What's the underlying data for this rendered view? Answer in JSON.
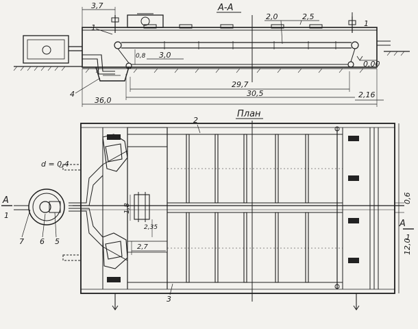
{
  "section": {
    "title": "А-А",
    "dims": {
      "top_left": "3,7",
      "mid_a": "2,0",
      "mid_b": "2,5",
      "h08": "0,8",
      "len30": "3,0",
      "level": "0,00",
      "len297": "29,7",
      "len305": "30,5",
      "len360": "36,0",
      "len216": "2,16"
    },
    "marks": {
      "m1_left": "1",
      "m1_right": "1",
      "m4": "4"
    }
  },
  "plan": {
    "title": "План",
    "dims": {
      "d": "d = 0,4",
      "w18": "1,8",
      "w235": "2,35",
      "w27": "2,7",
      "w06": "0,6",
      "w120": "12,0"
    },
    "marks": {
      "m2": "2",
      "m3": "3",
      "m5": "5",
      "m6": "6",
      "m7": "7"
    },
    "cut": {
      "left_letter": "А",
      "left_num": "1",
      "right_letter": "А",
      "right_num": "1"
    }
  }
}
